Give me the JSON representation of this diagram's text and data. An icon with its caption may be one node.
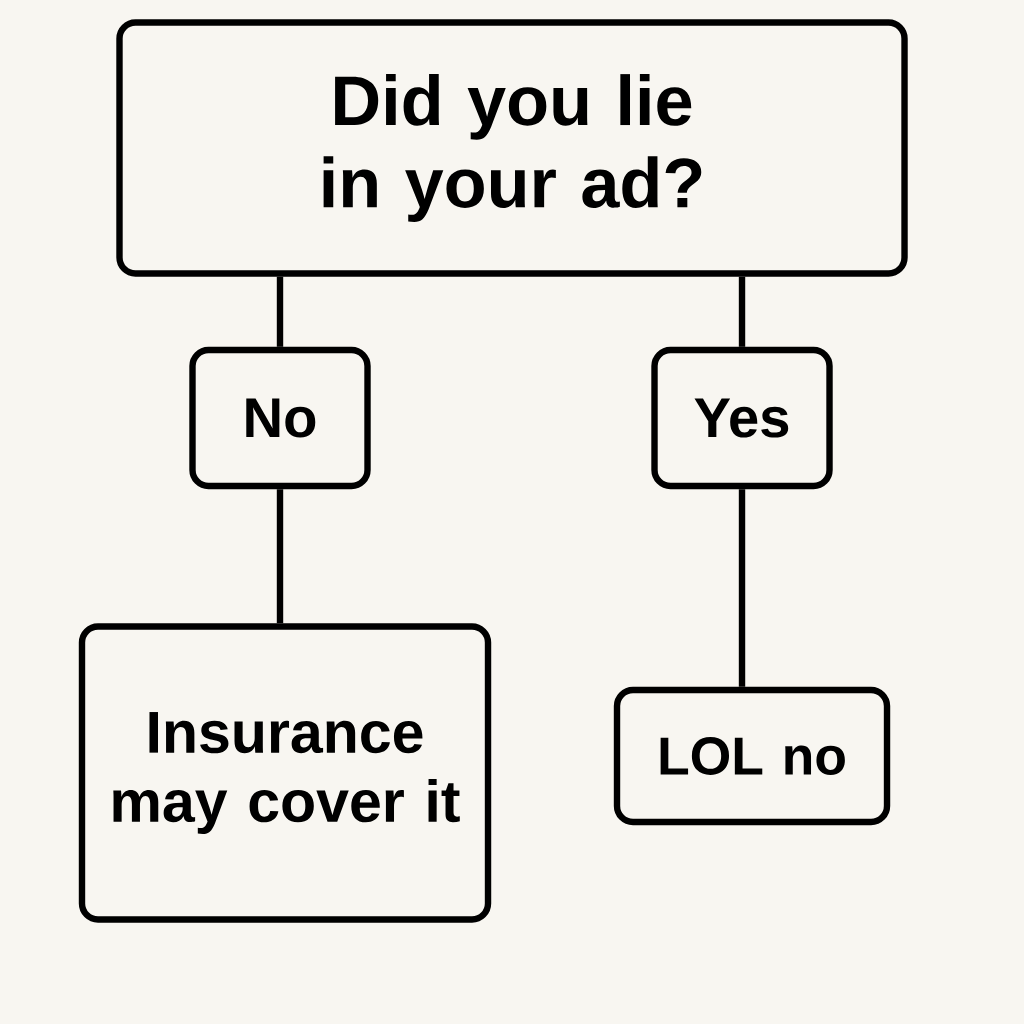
{
  "diagram": {
    "nodes": [
      {
        "text": [
          "Did you lie in your ad?"
        ]
      },
      {
        "text": [
          "No"
        ]
      },
      {
        "text": [
          "Yes"
        ]
      },
      {
        "text": [
          "Insurance may cover it"
        ]
      },
      {
        "text": [
          "LOL no"
        ]
      }
    ],
    "edges": [
      {
        "from": 0,
        "to": 1,
        "arrow": "none"
      },
      {
        "from": 0,
        "to": 2,
        "arrow": "none"
      },
      {
        "from": 1,
        "to": 3,
        "arrow": "none"
      },
      {
        "from": 2,
        "to": 4,
        "arrow": "none"
      }
    ]
  }
}
